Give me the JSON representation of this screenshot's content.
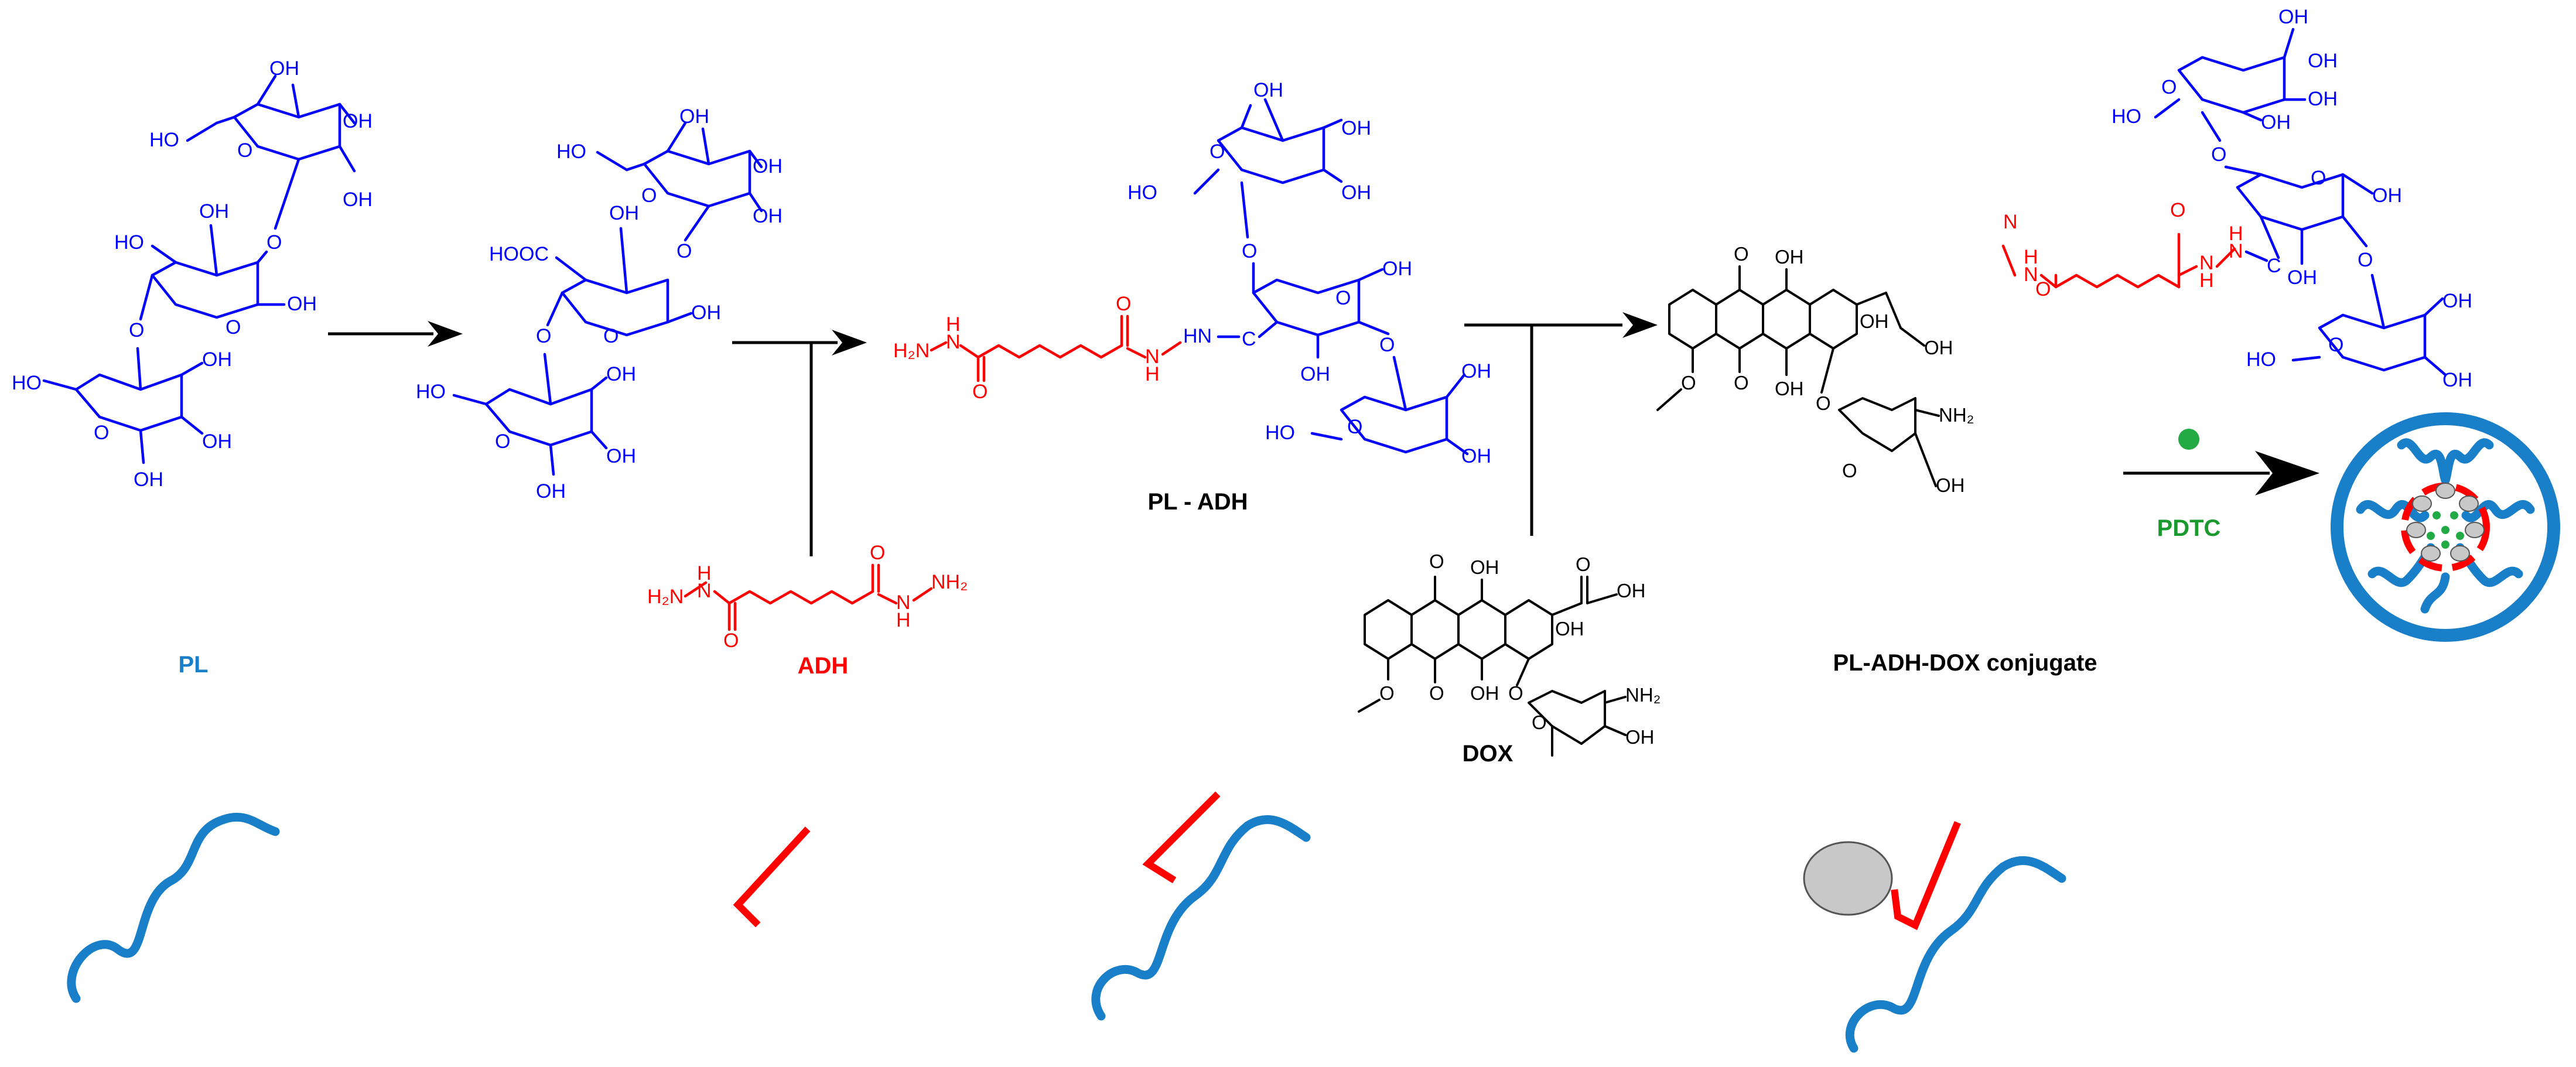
{
  "labels": {
    "pl": "PL",
    "adh": "ADH",
    "pl_adh": "PL - ADH",
    "dox": "DOX",
    "conjugate": "PL-ADH-DOX conjugate",
    "pdtc": "PDTC"
  },
  "atoms": {
    "oh": "OH",
    "ho": "HO",
    "o": "O",
    "hooc": "HOOC",
    "nh2": "NH₂",
    "h2n": "H₂N",
    "h": "H",
    "n": "N",
    "hn": "HN",
    "c": "C"
  },
  "colors": {
    "pl_structure": "#0000ff",
    "adh_structure": "#ff0000",
    "pl_label": "#1a7fc9",
    "adh_label": "#ff0000",
    "pdtc_label": "#1a9a2e",
    "helix": "#1a7fc9",
    "linker": "#ff0000",
    "dox_particle": "#c8c8c8",
    "pdtc_dot": "#22aa44"
  }
}
